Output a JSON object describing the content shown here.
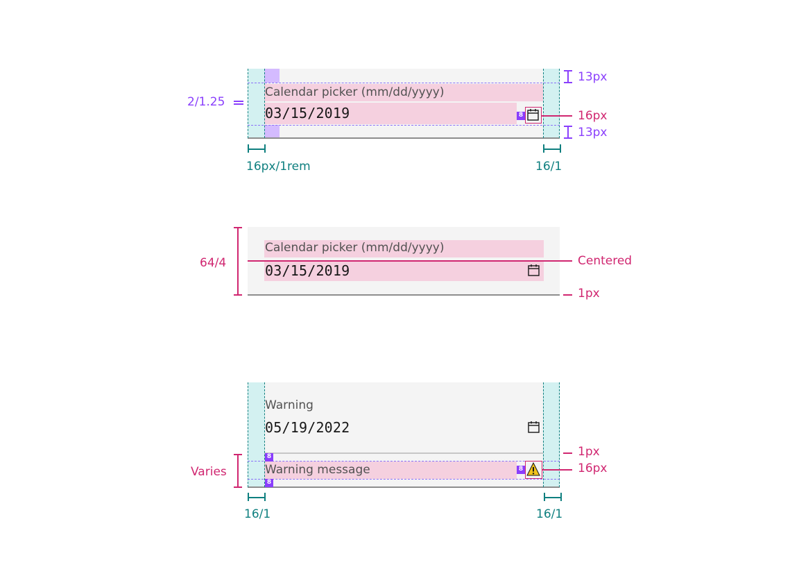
{
  "colors": {
    "field_background": "#f4f4f4",
    "padding_highlight": "#d3f1f1",
    "spacing_highlight": "#d4bbff",
    "text_highlight": "#f5d0df",
    "annotation_purple": "#8a3ffc",
    "annotation_magenta": "#d02670",
    "annotation_teal": "#0e7f7f",
    "warning_icon": "#f1c21b"
  },
  "example1": {
    "label": "Calendar picker (mm/dd/yyyy)",
    "value": "03/15/2019",
    "icon": "calendar-icon",
    "badge": "8",
    "annotations": {
      "line_height": "2/1.25",
      "top_padding": "13px",
      "icon_size": "16px",
      "bottom_padding": "13px",
      "left_padding": "16px/1rem",
      "right_padding": "16/1"
    }
  },
  "example2": {
    "label": "Calendar picker (mm/dd/yyyy)",
    "value": "03/15/2019",
    "icon": "calendar-icon",
    "annotations": {
      "height": "64/4",
      "alignment": "Centered",
      "border": "1px"
    }
  },
  "example3": {
    "label": "Warning",
    "value": "05/19/2022",
    "icon": "calendar-icon",
    "message": "Warning message",
    "message_icon": "warning-icon",
    "badge": "8",
    "annotations": {
      "divider": "1px",
      "icon_size": "16px",
      "message_height": "Varies",
      "left_padding": "16/1",
      "right_padding": "16/1"
    }
  }
}
